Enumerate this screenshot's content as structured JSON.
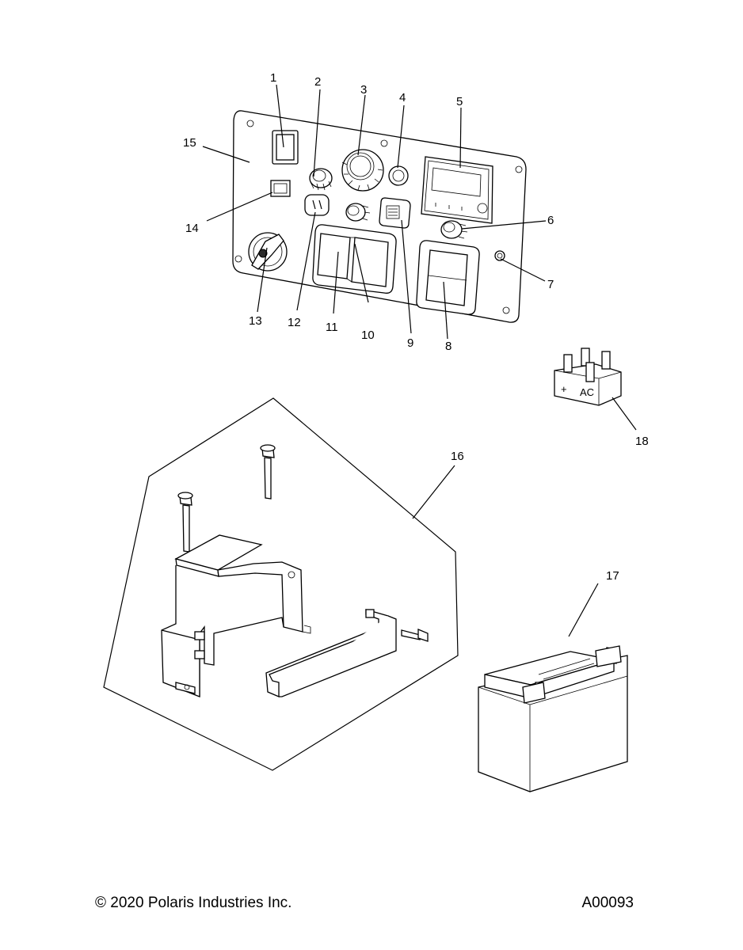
{
  "callouts": {
    "c1": "1",
    "c2": "2",
    "c3": "3",
    "c4": "4",
    "c5": "5",
    "c6": "6",
    "c7": "7",
    "c8": "8",
    "c9": "9",
    "c10": "10",
    "c11": "11",
    "c12": "12",
    "c13": "13",
    "c14": "14",
    "c15": "15",
    "c16": "16",
    "c17": "17",
    "c18": "18"
  },
  "rectifier_text": {
    "plus": "+",
    "ac": "AC"
  },
  "footer": {
    "copyright": "© 2020 Polaris Industries Inc.",
    "code": "A00093"
  }
}
